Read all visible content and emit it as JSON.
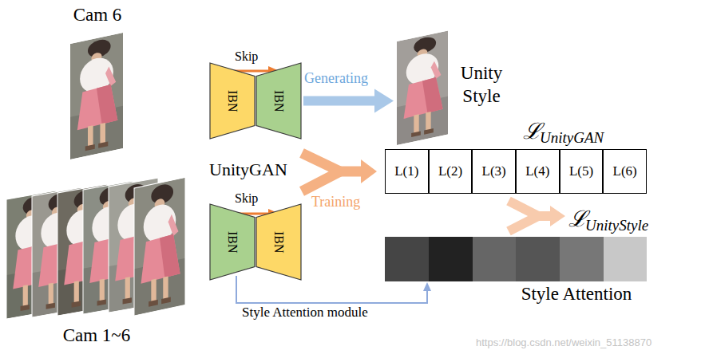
{
  "diagram": {
    "nodes": [
      {
        "text": [
          "Cam 6"
        ]
      },
      {
        "text": [
          "IBN"
        ]
      },
      {
        "text": [
          "IBN"
        ]
      },
      {
        "text": [
          "Unity Style"
        ]
      },
      {
        "text": [
          "L(1)"
        ]
      },
      {
        "text": [
          "L(2)"
        ]
      },
      {
        "text": [
          "L(3)"
        ]
      },
      {
        "text": [
          "L(4)"
        ]
      },
      {
        "text": [
          "L(5)"
        ]
      },
      {
        "text": [
          "L(6)"
        ]
      },
      {
        "text": [
          "Cam 1~6"
        ]
      },
      {
        "text": [
          "IBN"
        ]
      },
      {
        "text": [
          "IBN"
        ]
      },
      {
        "text": [
          "Style Attention"
        ]
      }
    ],
    "edges": [
      {
        "from": 2,
        "to": 3,
        "arrow": "to",
        "label": "Generating"
      },
      {
        "from": 11,
        "to": 13,
        "arrow": "to",
        "label": "Style Attention module"
      }
    ],
    "labels": [
      "Skip",
      "UnityGAN",
      "Training",
      "ℒ",
      "UnityGAN",
      "ℒ",
      "UnityStyle",
      "Skip",
      "https://blog.csdn.net/weixin_51138870"
    ]
  }
}
